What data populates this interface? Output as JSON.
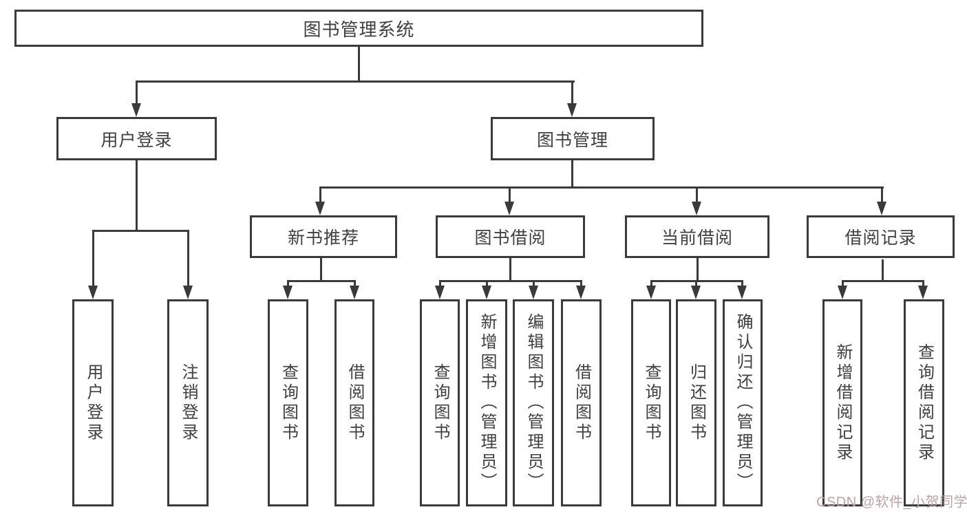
{
  "tree": {
    "label": "图书管理系统",
    "children": [
      {
        "label": "用户登录",
        "children": [
          {
            "label": "用户登录"
          },
          {
            "label": "注销登录"
          }
        ]
      },
      {
        "label": "图书管理",
        "children": [
          {
            "label": "新书推荐",
            "children": [
              {
                "label": "查询图书"
              },
              {
                "label": "借阅图书"
              }
            ]
          },
          {
            "label": "图书借阅",
            "children": [
              {
                "label": "查询图书"
              },
              {
                "label": "新增图书（管理员）"
              },
              {
                "label": "编辑图书（管理员）"
              },
              {
                "label": "借阅图书"
              }
            ]
          },
          {
            "label": "当前借阅",
            "children": [
              {
                "label": "查询图书"
              },
              {
                "label": "归还图书"
              },
              {
                "label": "确认归还（管理员）"
              }
            ]
          },
          {
            "label": "借阅记录",
            "children": [
              {
                "label": "新增借阅记录"
              },
              {
                "label": "查询借阅记录"
              }
            ]
          }
        ]
      }
    ]
  },
  "watermark": {
    "text": "CSDN @软件_小贺同学"
  },
  "colors": {
    "line": "#3a3a3a",
    "text": "#3f3f3f",
    "watermark": "#bba4a4",
    "background": "#ffffff"
  }
}
